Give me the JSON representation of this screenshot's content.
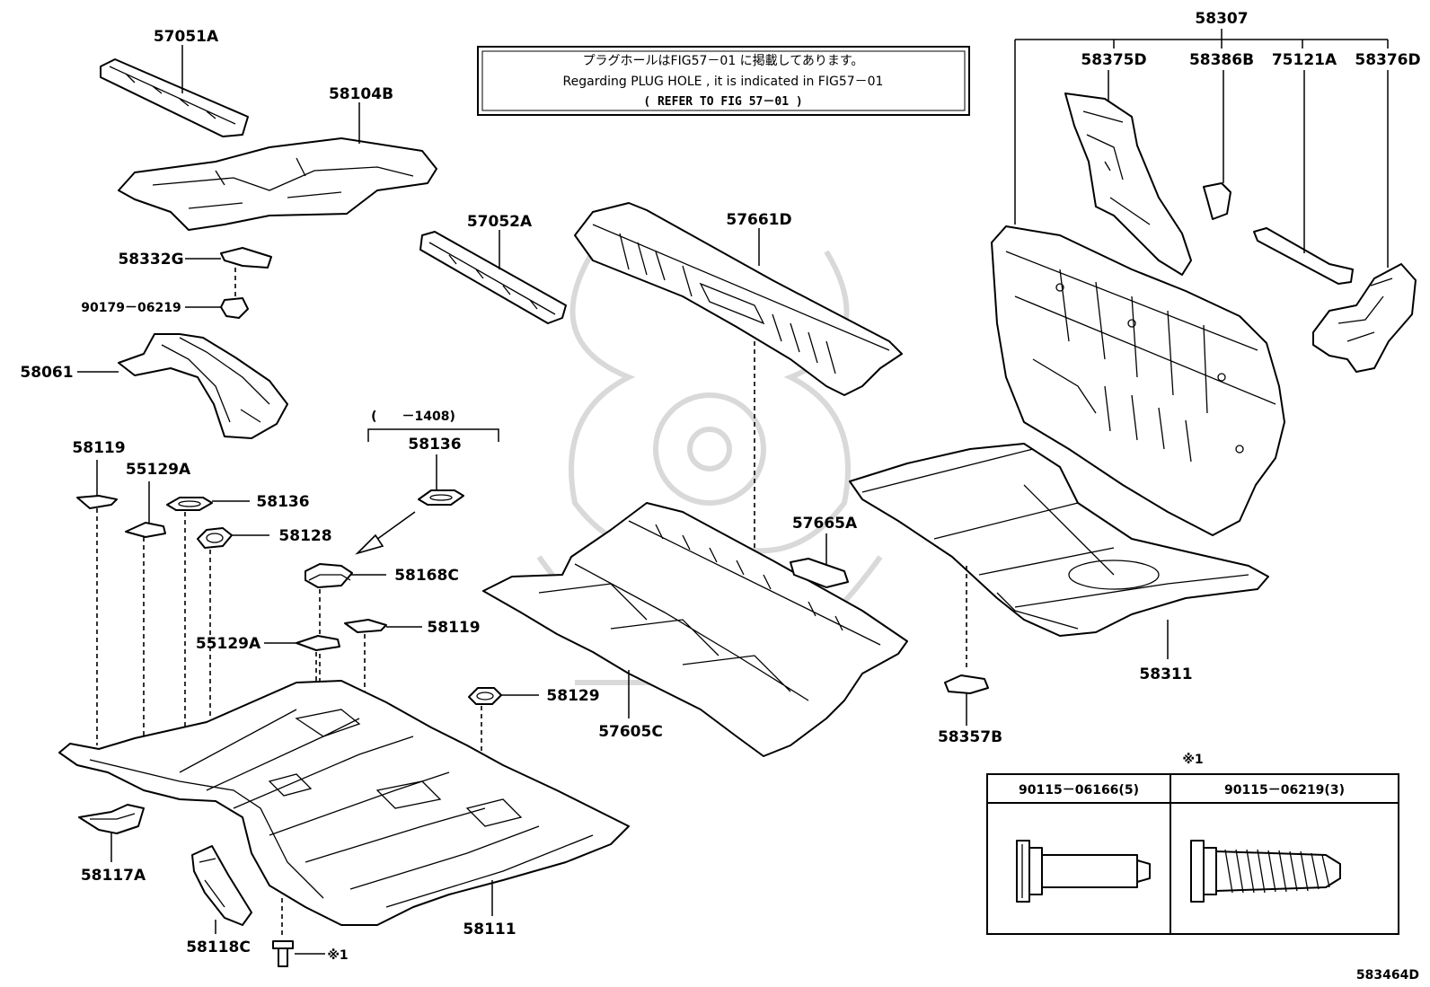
{
  "figure_code": "583464D",
  "note": {
    "line1": "プラグホールはFIG57－01 に掲載してあります。",
    "line2": "Regarding  PLUG HOLE , it is indicated in FIG57－01",
    "line3": "( REFER TO FIG 57－01 )"
  },
  "labels": {
    "p57051A": "57051A",
    "p58104B": "58104B",
    "p58332G": "58332G",
    "p90179": "90179－06219",
    "p58061": "58061",
    "p58119a": "58119",
    "p55129Aa": "55129A",
    "p58136a": "58136",
    "p58128": "58128",
    "p58168C": "58168C",
    "p55129Ab": "55129A",
    "p58119b": "58119",
    "p58129": "58129",
    "p58117A": "58117A",
    "p58118C": "58118C",
    "p58111": "58111",
    "p57052A": "57052A",
    "p57661D": "57661D",
    "p57605C": "57605C",
    "p57665A": "57665A",
    "p58307": "58307",
    "p58375D": "58375D",
    "p58386B": "58386B",
    "p75121A": "75121A",
    "p58376D": "58376D",
    "p58311": "58311",
    "p58357B": "58357B",
    "p58136b": "58136",
    "range": "(　　－1408)",
    "mark_ref": "※1"
  },
  "fastener_table": {
    "title": "※1",
    "col1": "90115－06166(5)",
    "col2": "90115－06219(3)"
  }
}
